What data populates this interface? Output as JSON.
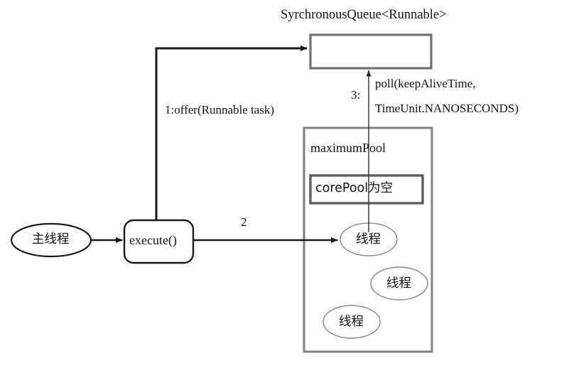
{
  "diagram": {
    "title": "SyrchronousQueue<Runnable>",
    "queue": {
      "name": "synchronous-queue-box",
      "label": ""
    },
    "pool": {
      "label": "maximumPool",
      "inner_label": "corePool为空"
    },
    "nodes": {
      "main_thread": "主线程",
      "execute": "execute()",
      "thread_1": "线程",
      "thread_2": "线程",
      "thread_3": "线程"
    },
    "edges": {
      "offer": "1:offer(Runnable task)",
      "dispatch_num": "2",
      "poll_num": "3:",
      "poll_line1": "poll(keepAliveTime,",
      "poll_line2": "TimeUnit.NANOSECONDS)"
    },
    "colors": {
      "stroke_dark": "#1a1a1a",
      "stroke_gray": "#7a7a7a",
      "stroke_light": "#9a9a9a",
      "background": "#ffffff"
    }
  }
}
